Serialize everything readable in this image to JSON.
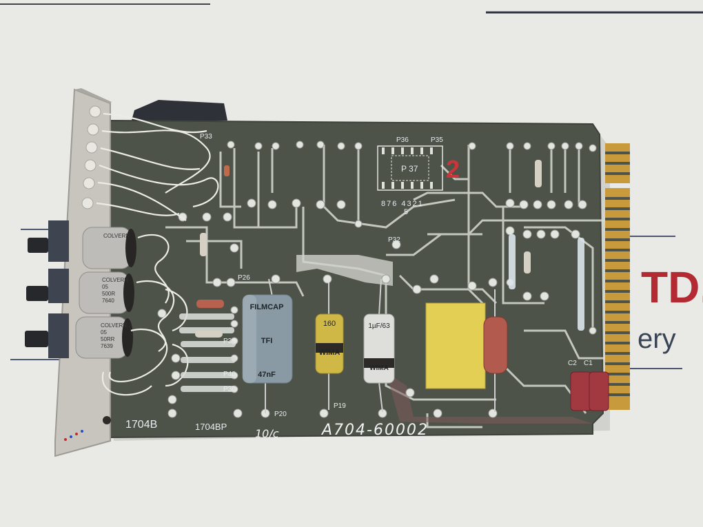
{
  "background": {
    "color": "#e9e9e6",
    "text_fragments": [
      "TD.",
      "ery"
    ]
  },
  "board": {
    "color": "#4d5349",
    "labels": {
      "model_left": "1704B",
      "model_right": "1704BP",
      "handwritten_code": "10/c",
      "part_number": "A704-60002",
      "chip_ref": "P 37",
      "marker_number": "2"
    },
    "connector_points": [
      "P33",
      "P36",
      "P35",
      "P32",
      "P26",
      "P20",
      "P19",
      "P30",
      "P39",
      "P40"
    ],
    "pin_row_digits": "876 4321",
    "pin_row_sub": "5",
    "components": {
      "filmcap": [
        "FILMCAP",
        "TFI",
        "47nF"
      ],
      "cap_small": [
        "160",
        "WIMA"
      ],
      "cap_tall": [
        "1µF/63",
        "WIMA"
      ],
      "pots": [
        {
          "lines": [
            "COLVERN"
          ]
        },
        {
          "lines": [
            "COLVERN",
            "05",
            "500R",
            "7640"
          ]
        },
        {
          "lines": [
            "COLVERN",
            "05",
            "50RR",
            "7639"
          ]
        }
      ],
      "pair_labels": [
        "C2",
        "C1"
      ]
    }
  }
}
